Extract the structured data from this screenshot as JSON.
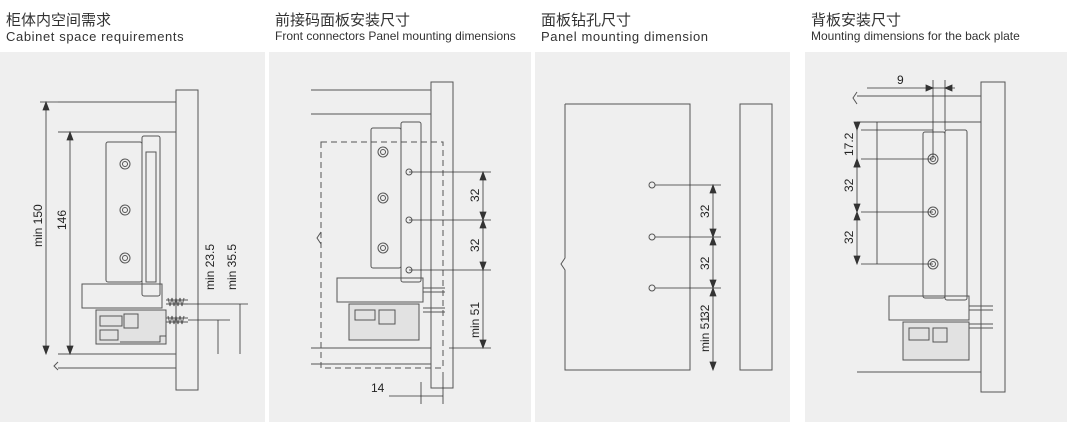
{
  "panels": [
    {
      "title_cn": "柜体内空间需求",
      "title_en": "Cabinet space requirements",
      "dims": {
        "min150": "min 150",
        "d146": "146",
        "min235": "min 23.5",
        "min355": "min 35.5"
      }
    },
    {
      "title_cn": "前接码面板安装尺寸",
      "title_en": "Front connectors Panel mounting dimensions",
      "dims": {
        "a": "32",
        "b": "32",
        "min51": "min 51",
        "d14": "14"
      }
    },
    {
      "title_cn": "面板钻孔尺寸",
      "title_en": "Panel mounting dimension",
      "dims": {
        "a": "32",
        "b": "32",
        "c": "32",
        "min51": "min 51"
      }
    },
    {
      "title_cn": "背板安装尺寸",
      "title_en": "Mounting dimensions for the back plate",
      "dims": {
        "d9": "9",
        "d172": "17.2",
        "a": "32",
        "b": "32"
      }
    }
  ]
}
